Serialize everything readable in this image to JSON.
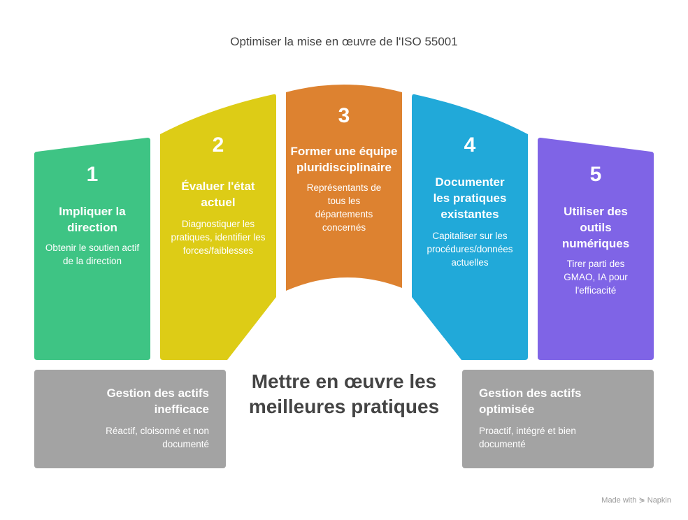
{
  "title": "Optimiser la mise en œuvre de l'ISO 55001",
  "colors": {
    "green": "#3EC484",
    "yellow": "#DDCC16",
    "orange": "#DD8230",
    "blue": "#21A9D9",
    "purple": "#7F64E6",
    "gray": "#A3A3A3"
  },
  "steps": [
    {
      "num": "1",
      "title": "Impliquer la direction",
      "desc": "Obtenir le soutien actif de la direction"
    },
    {
      "num": "2",
      "title": "Évaluer l'état actuel",
      "desc": "Diagnostiquer les pratiques, identifier les forces/faiblesses"
    },
    {
      "num": "3",
      "title": "Former une équipe pluridisciplinaire",
      "desc": "Représentants de tous les départements concernés"
    },
    {
      "num": "4",
      "title": "Documenter les pratiques existantes",
      "desc": "Capitaliser sur les procédures/données actuelles"
    },
    {
      "num": "5",
      "title": "Utiliser des outils numériques",
      "desc": "Tirer parti des GMAO, IA pour l'efficacité"
    }
  ],
  "left_state": {
    "title": "Gestion des actifs inefficace",
    "desc": "Réactif, cloisonné et non documenté"
  },
  "right_state": {
    "title": "Gestion des actifs optimisée",
    "desc": "Proactif, intégré et bien documenté"
  },
  "center": "Mettre en œuvre les meilleures pratiques",
  "brand": "Made with ⋟ Napkin"
}
